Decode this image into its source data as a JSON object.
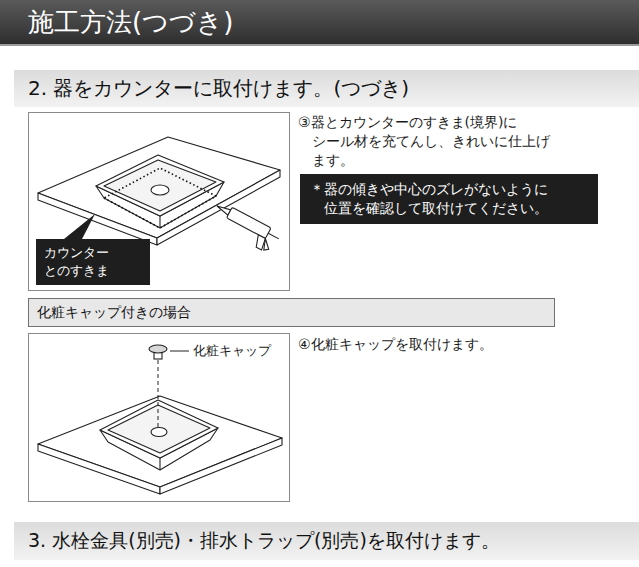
{
  "diagram": {
    "title": "施工方法(つづき)",
    "nodes": [
      {
        "text": [
          "2. 器をカウンターに取付けます。(つづき)"
        ]
      },
      {
        "text": [
          "カウンター とのすきま"
        ]
      },
      {
        "text": [
          "＊器の傾きや中心のズレがないように 位置を確認して取付けてください。"
        ]
      },
      {
        "text": [
          "化粧キャップ付きの場合"
        ]
      },
      {
        "text": [
          "3. 水栓金具(別売)・排水トラップ(別売)を取付けます。"
        ]
      }
    ],
    "labels": [
      "③器とカウンターのすきま(境界)に シール材を充てんし、きれいに仕上げ ます。",
      "化粧キャップ",
      "④化粧キャップを取付けます。"
    ]
  }
}
